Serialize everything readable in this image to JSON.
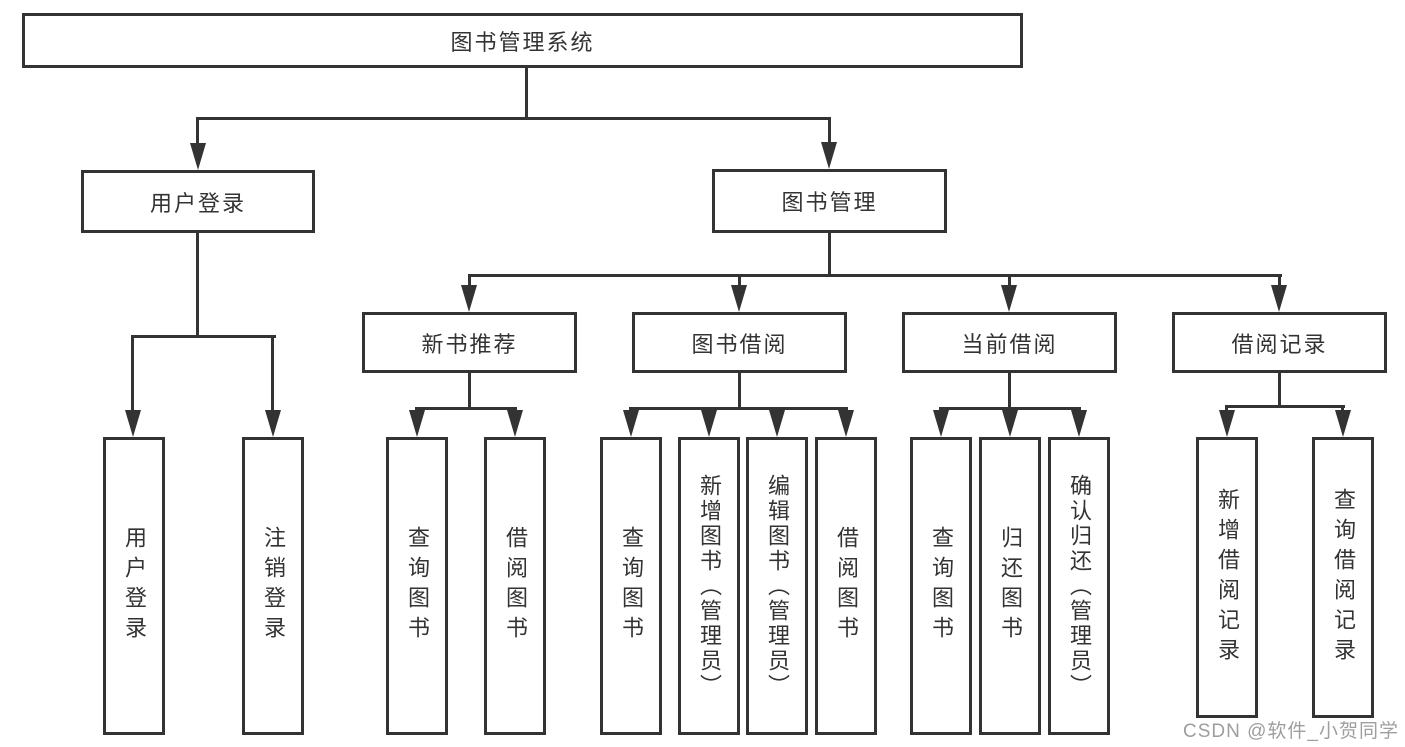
{
  "diagram_type": "tree-diagram",
  "tree": {
    "label": "图书管理系统",
    "children": [
      {
        "label": "用户登录",
        "children": [
          {
            "label": "用户登录"
          },
          {
            "label": "注销登录"
          }
        ]
      },
      {
        "label": "图书管理",
        "children": [
          {
            "label": "新书推荐",
            "children": [
              {
                "label": "查询图书"
              },
              {
                "label": "借阅图书"
              }
            ]
          },
          {
            "label": "图书借阅",
            "children": [
              {
                "label": "查询图书"
              },
              {
                "label": "新增图书（管理员）"
              },
              {
                "label": "编辑图书（管理员）"
              },
              {
                "label": "借阅图书"
              }
            ]
          },
          {
            "label": "当前借阅",
            "children": [
              {
                "label": "查询图书"
              },
              {
                "label": "归还图书"
              },
              {
                "label": "确认归还（管理员）"
              }
            ]
          },
          {
            "label": "借阅记录",
            "children": [
              {
                "label": "新增借阅记录"
              },
              {
                "label": "查询借阅记录"
              }
            ]
          }
        ]
      }
    ]
  },
  "watermark": {
    "text": "CSDN @软件_小贺同学"
  },
  "colors": {
    "line": "#333333",
    "text": "#333333",
    "watermark": "#9e9e9e",
    "background": "#ffffff"
  }
}
